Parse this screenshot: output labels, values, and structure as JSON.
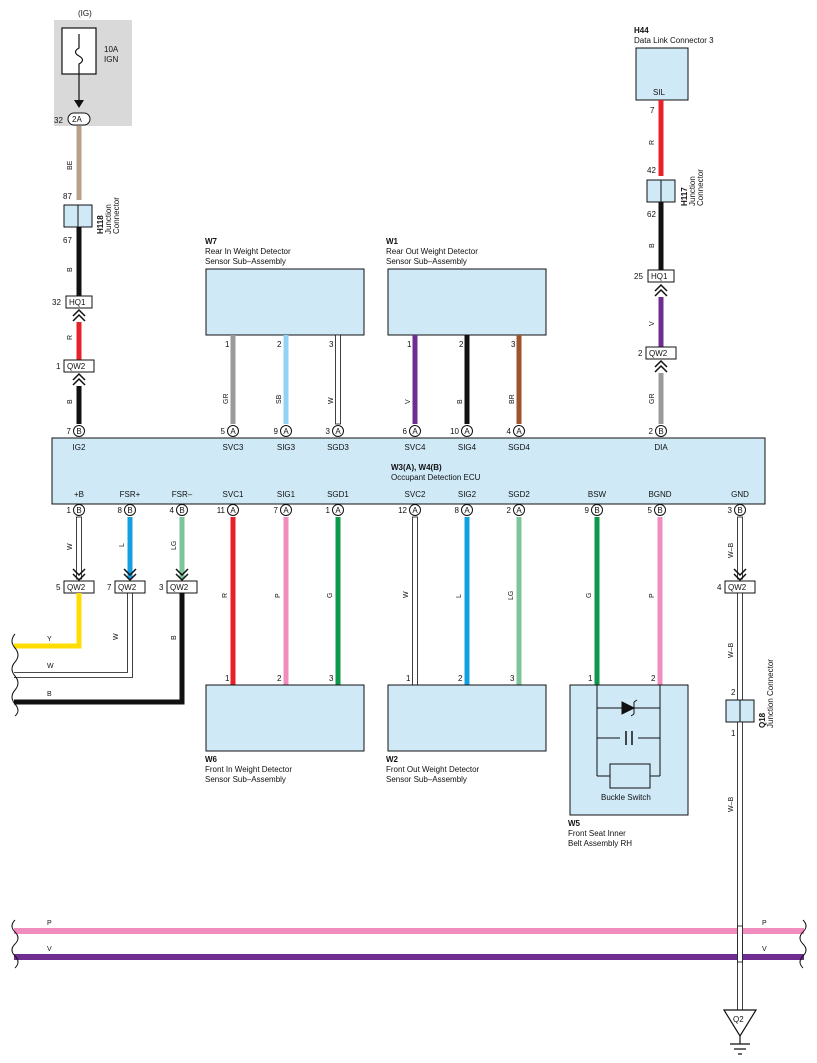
{
  "fuse": {
    "supply": "(IG)",
    "rating": "10A",
    "name": "IGN",
    "conn_pin": "32",
    "conn": "2A"
  },
  "h118": {
    "id": "H118",
    "name_line1": "Junction",
    "name_line2": "Connector",
    "pin_top": "87",
    "pin_bottom": "67"
  },
  "h44": {
    "id": "H44",
    "name": "Data Link Connector 3",
    "pin_label": "SIL",
    "pin": "7"
  },
  "h117": {
    "id": "H117",
    "name_line1": "Junction",
    "name_line2": "Connector",
    "pin_top": "42",
    "pin_bottom": "62"
  },
  "hq1_left": {
    "pin": "32",
    "label": "HQ1"
  },
  "qw2_left": {
    "pin": "1",
    "label": "QW2"
  },
  "hq1_right": {
    "pin": "25",
    "label": "HQ1"
  },
  "qw2_right": {
    "pin": "2",
    "label": "QW2"
  },
  "w7": {
    "id": "W7",
    "name_line1": "Rear In Weight Detector",
    "name_line2": "Sensor Sub–Assembly",
    "pins": [
      "1",
      "2",
      "3"
    ]
  },
  "w1": {
    "id": "W1",
    "name_line1": "Rear Out Weight Detector",
    "name_line2": "Sensor Sub–Assembly",
    "pins": [
      "1",
      "2",
      "3"
    ]
  },
  "ecu": {
    "id": "W3(A), W4(B)",
    "name": "Occupant Detection ECU",
    "top_pins": [
      {
        "num": "7",
        "conn": "B",
        "label": "IG2"
      },
      {
        "num": "5",
        "conn": "A",
        "label": "SVC3"
      },
      {
        "num": "9",
        "conn": "A",
        "label": "SIG3"
      },
      {
        "num": "3",
        "conn": "A",
        "label": "SGD3"
      },
      {
        "num": "6",
        "conn": "A",
        "label": "SVC4"
      },
      {
        "num": "10",
        "conn": "A",
        "label": "SIG4"
      },
      {
        "num": "4",
        "conn": "A",
        "label": "SGD4"
      },
      {
        "num": "2",
        "conn": "B",
        "label": "DIA"
      }
    ],
    "bottom_pins": [
      {
        "num": "1",
        "conn": "B",
        "label": "+B"
      },
      {
        "num": "8",
        "conn": "B",
        "label": "FSR+"
      },
      {
        "num": "4",
        "conn": "B",
        "label": "FSR–"
      },
      {
        "num": "11",
        "conn": "A",
        "label": "SVC1"
      },
      {
        "num": "7",
        "conn": "A",
        "label": "SIG1"
      },
      {
        "num": "1",
        "conn": "A",
        "label": "SGD1"
      },
      {
        "num": "12",
        "conn": "A",
        "label": "SVC2"
      },
      {
        "num": "8",
        "conn": "A",
        "label": "SIG2"
      },
      {
        "num": "2",
        "conn": "A",
        "label": "SGD2"
      },
      {
        "num": "9",
        "conn": "B",
        "label": "BSW"
      },
      {
        "num": "5",
        "conn": "B",
        "label": "BGND"
      },
      {
        "num": "3",
        "conn": "B",
        "label": "GND"
      }
    ]
  },
  "wire_codes": {
    "be": "BE",
    "b": "B",
    "r": "R",
    "gr": "GR",
    "sb": "SB",
    "w": "W",
    "v": "V",
    "br": "BR",
    "l": "L",
    "lg": "LG",
    "p": "P",
    "g": "G",
    "wb": "W–B",
    "y": "Y"
  },
  "lower_connectors": [
    {
      "pin": "5",
      "label": "QW2"
    },
    {
      "pin": "7",
      "label": "QW2"
    },
    {
      "pin": "3",
      "label": "QW2"
    },
    {
      "pin": "4",
      "label": "QW2"
    }
  ],
  "w6": {
    "id": "W6",
    "name_line1": "Front In Weight Detector",
    "name_line2": "Sensor Sub–Assembly",
    "pins": [
      "1",
      "2",
      "3"
    ]
  },
  "w2": {
    "id": "W2",
    "name_line1": "Front Out Weight Detector",
    "name_line2": "Sensor Sub–Assembly",
    "pins": [
      "1",
      "2",
      "3"
    ]
  },
  "w5": {
    "id": "W5",
    "name_line1": "Front Seat Inner",
    "name_line2": "Belt Assembly RH",
    "switch": "Buckle Switch",
    "pins": [
      "1",
      "2"
    ]
  },
  "q18": {
    "id": "Q18",
    "name": "Junction Connector",
    "pin_top": "2",
    "pin_bottom": "1"
  },
  "ground": {
    "label": "Q2"
  },
  "colors": {
    "tan": "#b8a08a",
    "black": "#111111",
    "red": "#e62129",
    "gray": "#9a9a9a",
    "sky": "#8fd3f5",
    "violet": "#6f2c91",
    "brown": "#a0522d",
    "blue": "#14a0e0",
    "lightgreen": "#7cc49a",
    "pink": "#f18cbe",
    "green": "#0b9a4c",
    "yellow": "#ffdd00",
    "box": "#cfe9f7",
    "shade": "#d9d9d9"
  }
}
